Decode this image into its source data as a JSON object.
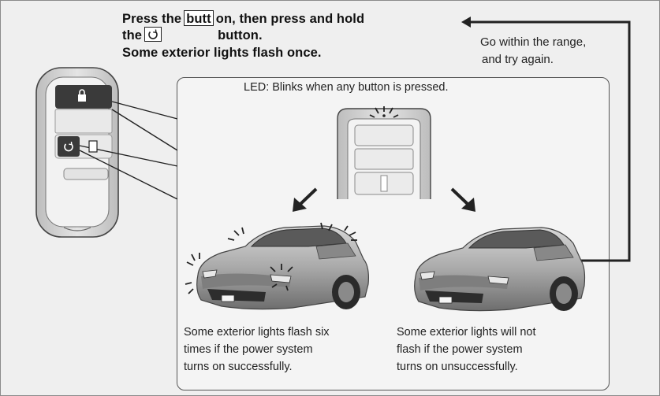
{
  "instructions": {
    "line1_before": "Press the",
    "line1_after": "on, then press and hold",
    "line1_overlap": "butt",
    "line2_before": "the",
    "line2_after": "button.",
    "line3": "Some exterior lights flash once."
  },
  "retry": {
    "line1": "Go within the range,",
    "line2": "and try again."
  },
  "led_note": "LED: Blinks when any button is pressed.",
  "outcome_success": {
    "line1": "Some exterior lights flash six",
    "line2": "times if the power system",
    "line3": "turns on successfully."
  },
  "outcome_failure": {
    "line1": "Some exterior lights will not",
    "line2": "flash if the power system",
    "line3": "turns on unsuccessfully."
  },
  "colors": {
    "background": "#efefef",
    "key_dark": "#3a3a3a",
    "line": "#222222"
  },
  "icons": [
    "lock-icon",
    "power-start-icon",
    "arrow-down-left-icon",
    "arrow-down-right-icon",
    "return-arrow-icon"
  ]
}
